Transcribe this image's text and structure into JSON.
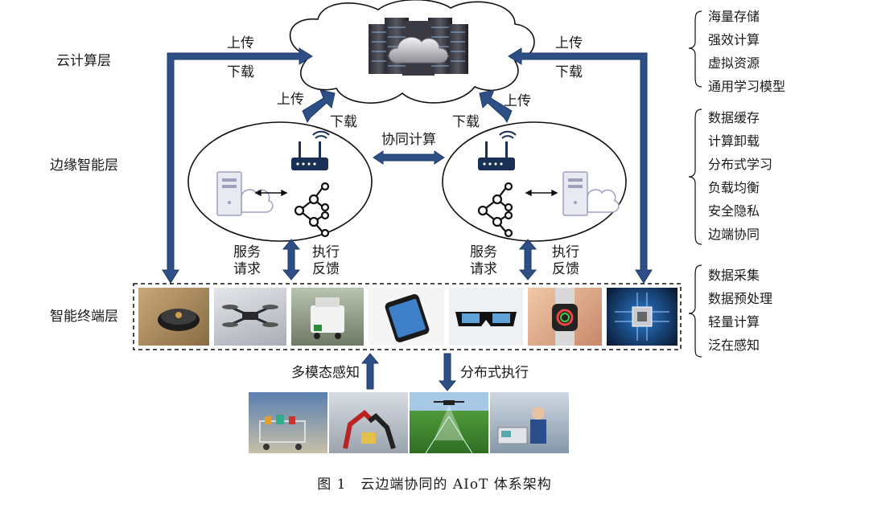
{
  "layers": {
    "cloud": "云计算层",
    "edge": "边缘智能层",
    "device": "智能终端层"
  },
  "arrows": {
    "left_upload": "上传",
    "left_download": "下载",
    "right_upload": "上传",
    "right_download": "下载",
    "edge_left_upload": "上传",
    "edge_left_download": "下载",
    "edge_right_upload": "上传",
    "edge_right_download": "下载",
    "collab": "协同计算",
    "left_service": "服务\n请求",
    "left_feedback": "执行\n反馈",
    "right_service": "服务\n请求",
    "right_feedback": "执行\n反馈",
    "sensing": "多模态感知",
    "exec": "分布式执行"
  },
  "cloud_features": [
    "海量存储",
    "强效计算",
    "虚拟资源",
    "通用学习模型"
  ],
  "edge_features": [
    "数据缓存",
    "计算卸载",
    "分布式学习",
    "负载均衡",
    "安全隐私",
    "边端协同"
  ],
  "device_features": [
    "数据采集",
    "数据预处理",
    "轻量计算",
    "泛在感知"
  ],
  "devices": [
    "robot-vacuum",
    "drone",
    "delivery-robot",
    "smartphone",
    "vr-glasses",
    "smartwatch",
    "chip"
  ],
  "scenes": [
    "shopping-cart",
    "robot-arms",
    "agriculture-drone",
    "factory-worker"
  ],
  "caption": "图 1　云边端协同的 AIoT 体系架构",
  "colors": {
    "arrow": "#2d4f86",
    "arrow_dark": "#1f3b68",
    "server": "#6d6d78"
  }
}
